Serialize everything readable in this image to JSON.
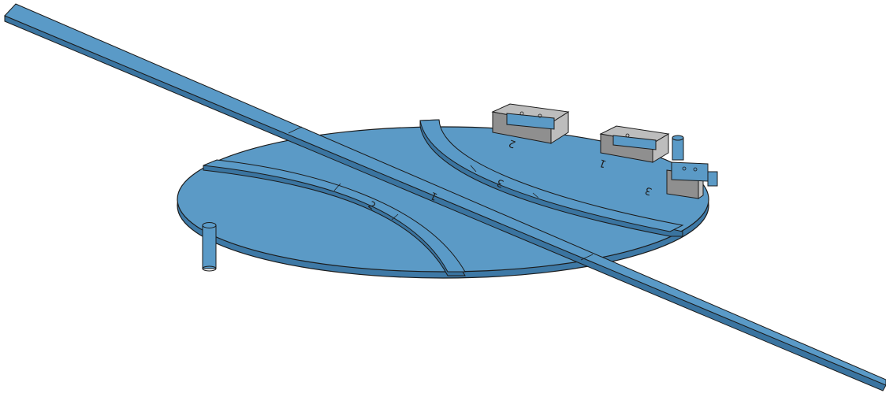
{
  "model": {
    "colors": {
      "plate": "#5b9ac6",
      "plate_edge": "#2f5b7e",
      "plate_side": "#3e79a6",
      "rail_top": "#5a9ac7",
      "rail_side": "#3a74a0",
      "bracket_light": "#bdbdbd",
      "bracket_dark": "#8f8f8f",
      "outline": "#1b1b1b"
    },
    "engravings": {
      "straight_track": "1",
      "left_curve": "2",
      "right_curve": "3",
      "bracket_a": "2",
      "bracket_b": "1",
      "bracket_c": "3"
    }
  }
}
